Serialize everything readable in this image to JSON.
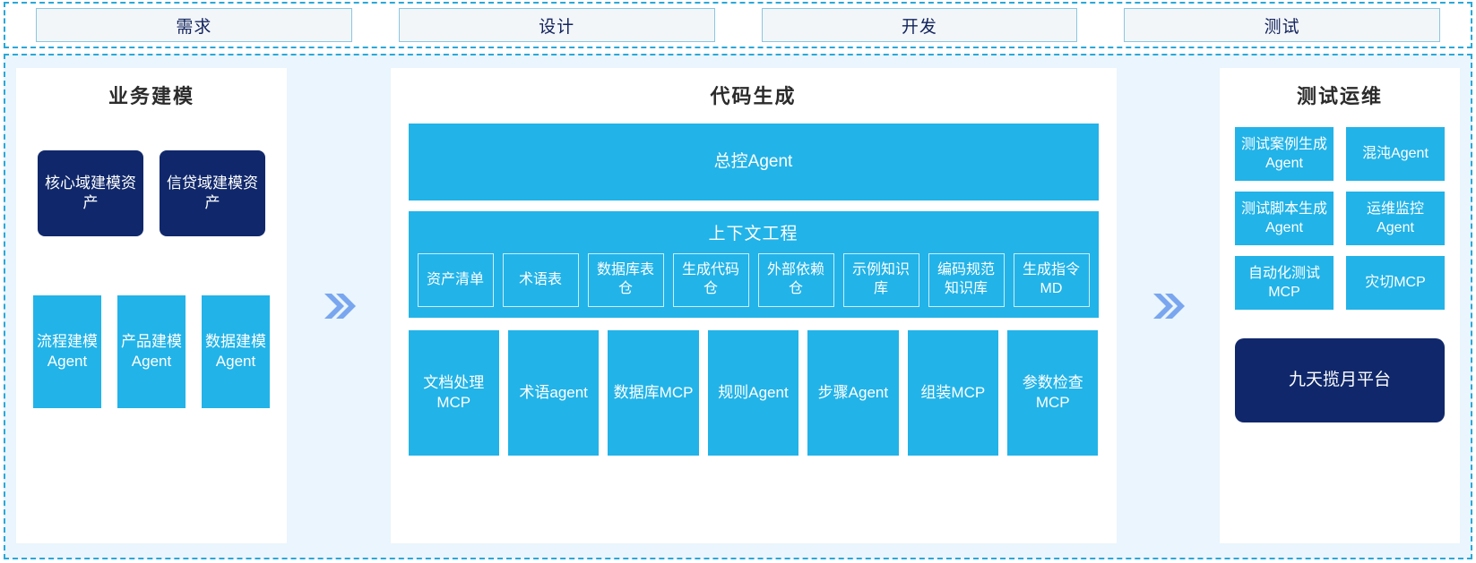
{
  "phases": {
    "items": [
      {
        "label": "需求"
      },
      {
        "label": "设计"
      },
      {
        "label": "开发"
      },
      {
        "label": "测试"
      }
    ]
  },
  "separators": {
    "chevron_glyph": "»",
    "left_label": "chevron-right-double",
    "right_label": "chevron-right-double"
  },
  "panels": {
    "left": {
      "title": "业务建模",
      "assets": [
        {
          "label": "核心域建模资产"
        },
        {
          "label": "信贷域建模资产"
        }
      ],
      "agents": [
        {
          "label": "流程建模Agent"
        },
        {
          "label": "产品建模Agent"
        },
        {
          "label": "数据建模Agent"
        }
      ]
    },
    "center": {
      "title": "代码生成",
      "master_agent": "总控Agent",
      "context": {
        "title": "上下文工程",
        "items": [
          {
            "label": "资产清单"
          },
          {
            "label": "术语表"
          },
          {
            "label": "数据库表仓"
          },
          {
            "label": "生成代码仓"
          },
          {
            "label": "外部依赖仓"
          },
          {
            "label": "示例知识库"
          },
          {
            "label": "编码规范知识库"
          },
          {
            "label": "生成指令MD"
          }
        ]
      },
      "tools": [
        {
          "label": "文档处理MCP"
        },
        {
          "label": "术语agent"
        },
        {
          "label": "数据库MCP"
        },
        {
          "label": "规则Agent"
        },
        {
          "label": "步骤Agent"
        },
        {
          "label": "组装MCP"
        },
        {
          "label": "参数检查MCP"
        }
      ]
    },
    "right": {
      "title": "测试运维",
      "agents": [
        {
          "label": "测试案例生成Agent"
        },
        {
          "label": "混沌Agent"
        },
        {
          "label": "测试脚本生成Agent"
        },
        {
          "label": "运维监控Agent"
        },
        {
          "label": "自动化测试MCP"
        },
        {
          "label": "灾切MCP"
        }
      ],
      "platform": "九天揽月平台"
    }
  },
  "colors": {
    "accent_blue": "#22b3e8",
    "navy": "#10286b",
    "panel_bg": "#eaf5fd",
    "dashed_border": "#2aa8d8",
    "chevron": "#79a6ef",
    "phase_bg": "#f2f6f9",
    "phase_border": "#8cc6e0",
    "phase_text": "#12235c"
  }
}
